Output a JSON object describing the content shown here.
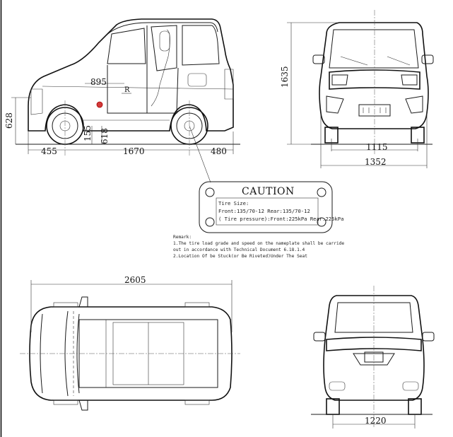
{
  "side_view": {
    "dim_height": "628",
    "dim_interior": "895",
    "dim_ground_1": "155",
    "dim_ground_2": "618",
    "dim_front_overhang": "455",
    "dim_wheelbase": "1670",
    "dim_rear_overhang": "480",
    "marker_letter": "R"
  },
  "front_view": {
    "dim_height": "1635",
    "dim_track": "1115",
    "dim_width": "1352"
  },
  "caution_plate": {
    "title": "CAUTION",
    "line1": "Tire Size:",
    "line2": "Front:135/70-12    Rear:135/70-12",
    "line3": "( Tire pressure):Front:225kPa Rear:225kPa"
  },
  "remark": {
    "heading": "Remark:",
    "line1": "1.The tire load grade and speed on the nameplate shall be carride",
    "line2": "out in accordance with Technical Document 6.18.1.4",
    "line3": "2.Location Of be Stuck(or Be Riveted)Under The Seat"
  },
  "top_view": {
    "dim_length": "2605"
  },
  "rear_view": {
    "dim_track": "1220"
  }
}
